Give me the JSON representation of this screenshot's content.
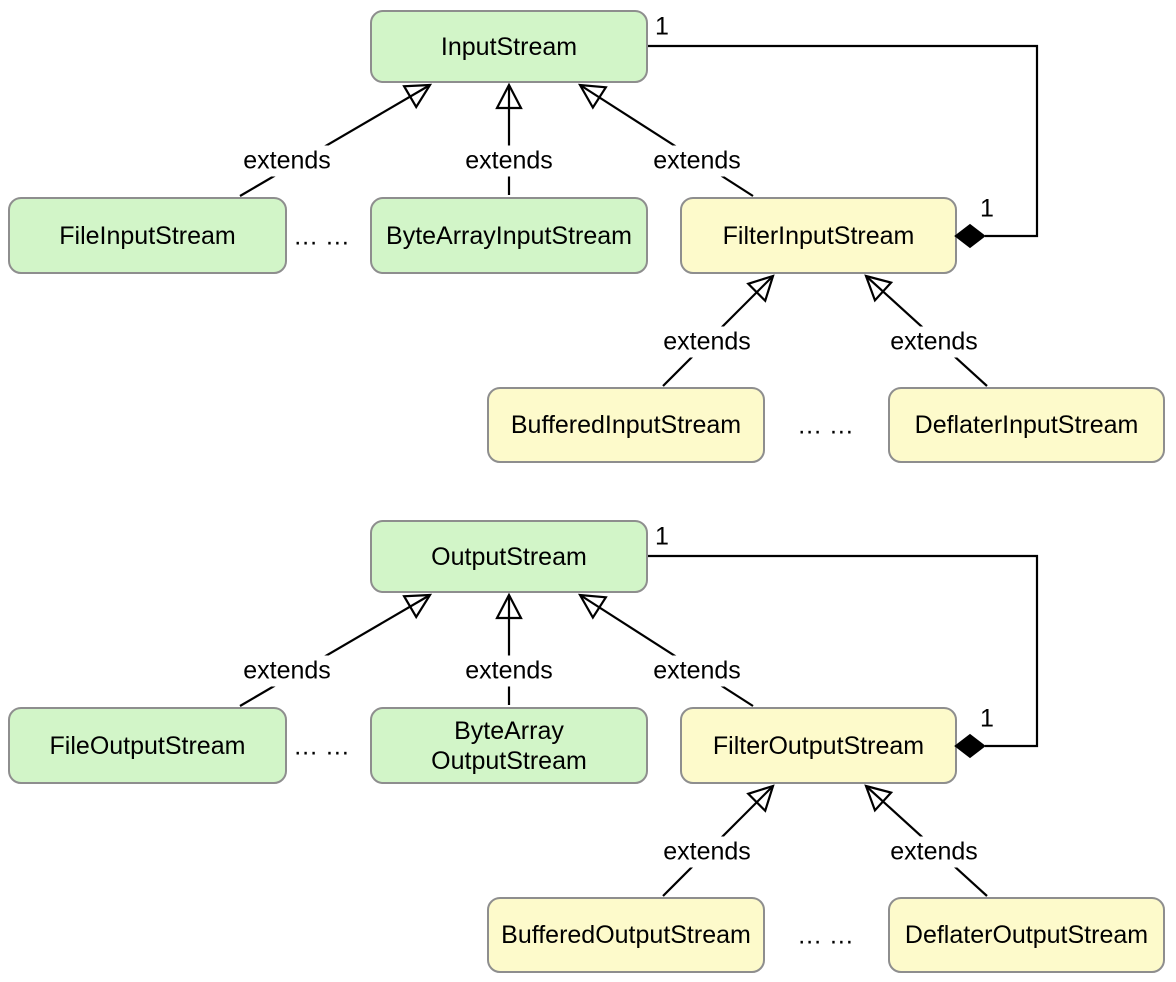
{
  "labels": {
    "extends": "extends",
    "ellipsis": "... ...",
    "multiplicity_one": "1"
  },
  "colors": {
    "base_class_fill": "#d2f5c8",
    "filter_class_fill": "#fdfacb",
    "node_border": "#8e8e8e",
    "connector": "#000000",
    "text": "#000000",
    "background": "#ffffff"
  },
  "input_hierarchy": {
    "root": "InputStream",
    "file": "FileInputStream",
    "byte_array": "ByteArrayInputStream",
    "filter": "FilterInputStream",
    "buffered": "BufferedInputStream",
    "deflater": "DeflaterInputStream"
  },
  "output_hierarchy": {
    "root": "OutputStream",
    "file": "FileOutputStream",
    "byte_array": "ByteArray\nOutputStream",
    "filter": "FilterOutputStream",
    "buffered": "BufferedOutputStream",
    "deflater": "DeflaterOutputStream"
  },
  "relationships": [
    {
      "from": "FileInputStream",
      "to": "InputStream",
      "type": "extends"
    },
    {
      "from": "ByteArrayInputStream",
      "to": "InputStream",
      "type": "extends"
    },
    {
      "from": "FilterInputStream",
      "to": "InputStream",
      "type": "extends"
    },
    {
      "from": "BufferedInputStream",
      "to": "FilterInputStream",
      "type": "extends"
    },
    {
      "from": "DeflaterInputStream",
      "to": "FilterInputStream",
      "type": "extends"
    },
    {
      "from": "FilterInputStream",
      "to": "InputStream",
      "type": "aggregation",
      "source_multiplicity": "1",
      "target_multiplicity": "1"
    },
    {
      "from": "FileOutputStream",
      "to": "OutputStream",
      "type": "extends"
    },
    {
      "from": "ByteArrayOutputStream",
      "to": "OutputStream",
      "type": "extends"
    },
    {
      "from": "FilterOutputStream",
      "to": "OutputStream",
      "type": "extends"
    },
    {
      "from": "BufferedOutputStream",
      "to": "FilterOutputStream",
      "type": "extends"
    },
    {
      "from": "DeflaterOutputStream",
      "to": "FilterOutputStream",
      "type": "extends"
    },
    {
      "from": "FilterOutputStream",
      "to": "OutputStream",
      "type": "aggregation",
      "source_multiplicity": "1",
      "target_multiplicity": "1"
    }
  ]
}
